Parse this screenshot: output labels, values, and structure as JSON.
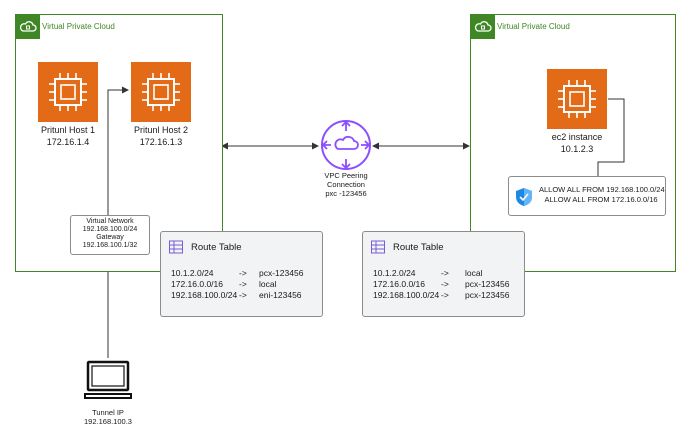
{
  "vpc_left": {
    "label": "Virtual Private Cloud"
  },
  "vpc_right": {
    "label": "Virtual Private Cloud"
  },
  "hosts": {
    "host1": {
      "name": "Pritunl Host 1",
      "ip": "172.16.1.4"
    },
    "host2": {
      "name": "Pritunl Host 2",
      "ip": "172.16.1.3"
    },
    "ec2": {
      "name": "ec2 instance",
      "ip": "10.1.2.3"
    }
  },
  "peering": {
    "line1": "VPC Peering",
    "line2": "Connection",
    "line3": "pxc -123456"
  },
  "security_group": {
    "rule1": "ALLOW ALL FROM 192.168.100.0/24",
    "rule2": "ALLOW ALL FROM 172.16.0.0/16"
  },
  "virtual_network": {
    "line1": "Virtual Network",
    "line2": "192.168.100.0/24",
    "line3": "Gateway",
    "line4": "192.168.100.1/32"
  },
  "route_table_left": {
    "title": "Route Table",
    "rows": [
      {
        "dest": "10.1.2.0/24",
        "arrow": "->",
        "target": "pcx-123456"
      },
      {
        "dest": "172.16.0.0/16",
        "arrow": "->",
        "target": "local"
      },
      {
        "dest": "192.168.100.0/24",
        "arrow": "->",
        "target": "eni-123456"
      }
    ]
  },
  "route_table_right": {
    "title": "Route Table",
    "rows": [
      {
        "dest": "10.1.2.0/24",
        "arrow": "->",
        "target": "local"
      },
      {
        "dest": "172.16.0.0/16",
        "arrow": "->",
        "target": "pcx-123456"
      },
      {
        "dest": "192.168.100.0/24",
        "arrow": "->",
        "target": "pcx-123456"
      }
    ]
  },
  "client": {
    "line1": "Tunnel IP",
    "line2": "192.168.100.3"
  },
  "colors": {
    "vpc_green": "#3f8624",
    "ec2_orange": "#e36a16",
    "peering_purple": "#8c4fff",
    "route_purple": "#7b5bd6"
  }
}
